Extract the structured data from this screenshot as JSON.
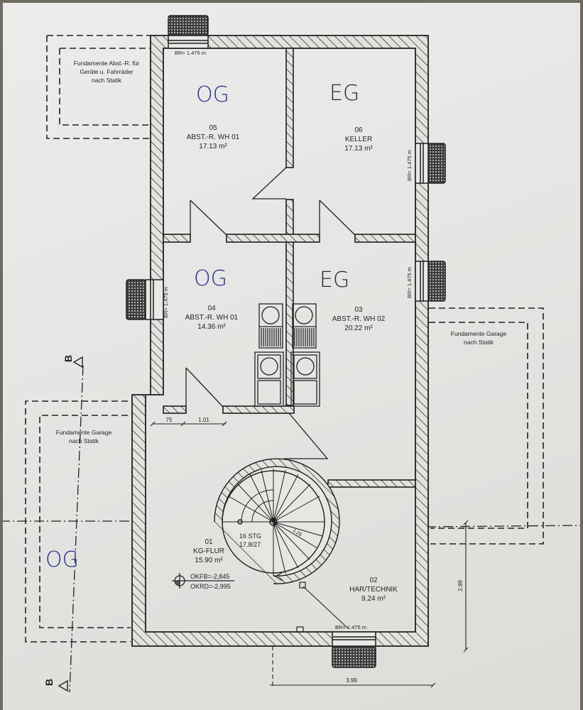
{
  "rooms": [
    {
      "id": "room-05",
      "number": "05",
      "name": "ABST.-R. WH 01",
      "area": "17.13 m²",
      "note": "OG"
    },
    {
      "id": "room-06",
      "number": "06",
      "name": "KELLER",
      "area": "17.13 m²",
      "note": "EG"
    },
    {
      "id": "room-04",
      "number": "04",
      "name": "ABST.-R. WH 01",
      "area": "14.36 m²",
      "note": "OG"
    },
    {
      "id": "room-03",
      "number": "03",
      "name": "ABST.-R. WH 02",
      "area": "20.22 m²",
      "note": "EG"
    },
    {
      "id": "room-01",
      "number": "01",
      "name": "KG-FLUR",
      "area": "15.90 m²"
    },
    {
      "id": "room-02",
      "number": "02",
      "name": "HAR/TECHNIK",
      "area": "9.24 m²"
    }
  ],
  "foundations": {
    "top_left": [
      "Fundamente Abst.-R. für",
      "Geräte u. Fahrräder",
      "nach Statik"
    ],
    "right": [
      "Fundamente Garage",
      "nach Statik"
    ],
    "left": [
      "Fundamente Garage",
      "nach Statik"
    ]
  },
  "windows": {
    "br_label": "BR= 1.475 m"
  },
  "stair": {
    "steps": "16 STG",
    "ratio": "17.8/27",
    "width": "1.25"
  },
  "levels": {
    "okfb": "OKFB=-2,845",
    "okrd": "OKRD=-2,995"
  },
  "dimensions": {
    "d75": "75",
    "d101": "1.01",
    "d299": "2.99",
    "d399": "3.99"
  },
  "section": {
    "label": "B"
  },
  "handwritten": {
    "og_left": "OG"
  },
  "colors": {
    "ink": "#1e1e1e",
    "pen_blue": "#2b2f8f",
    "paper": "#e6e6e3"
  }
}
